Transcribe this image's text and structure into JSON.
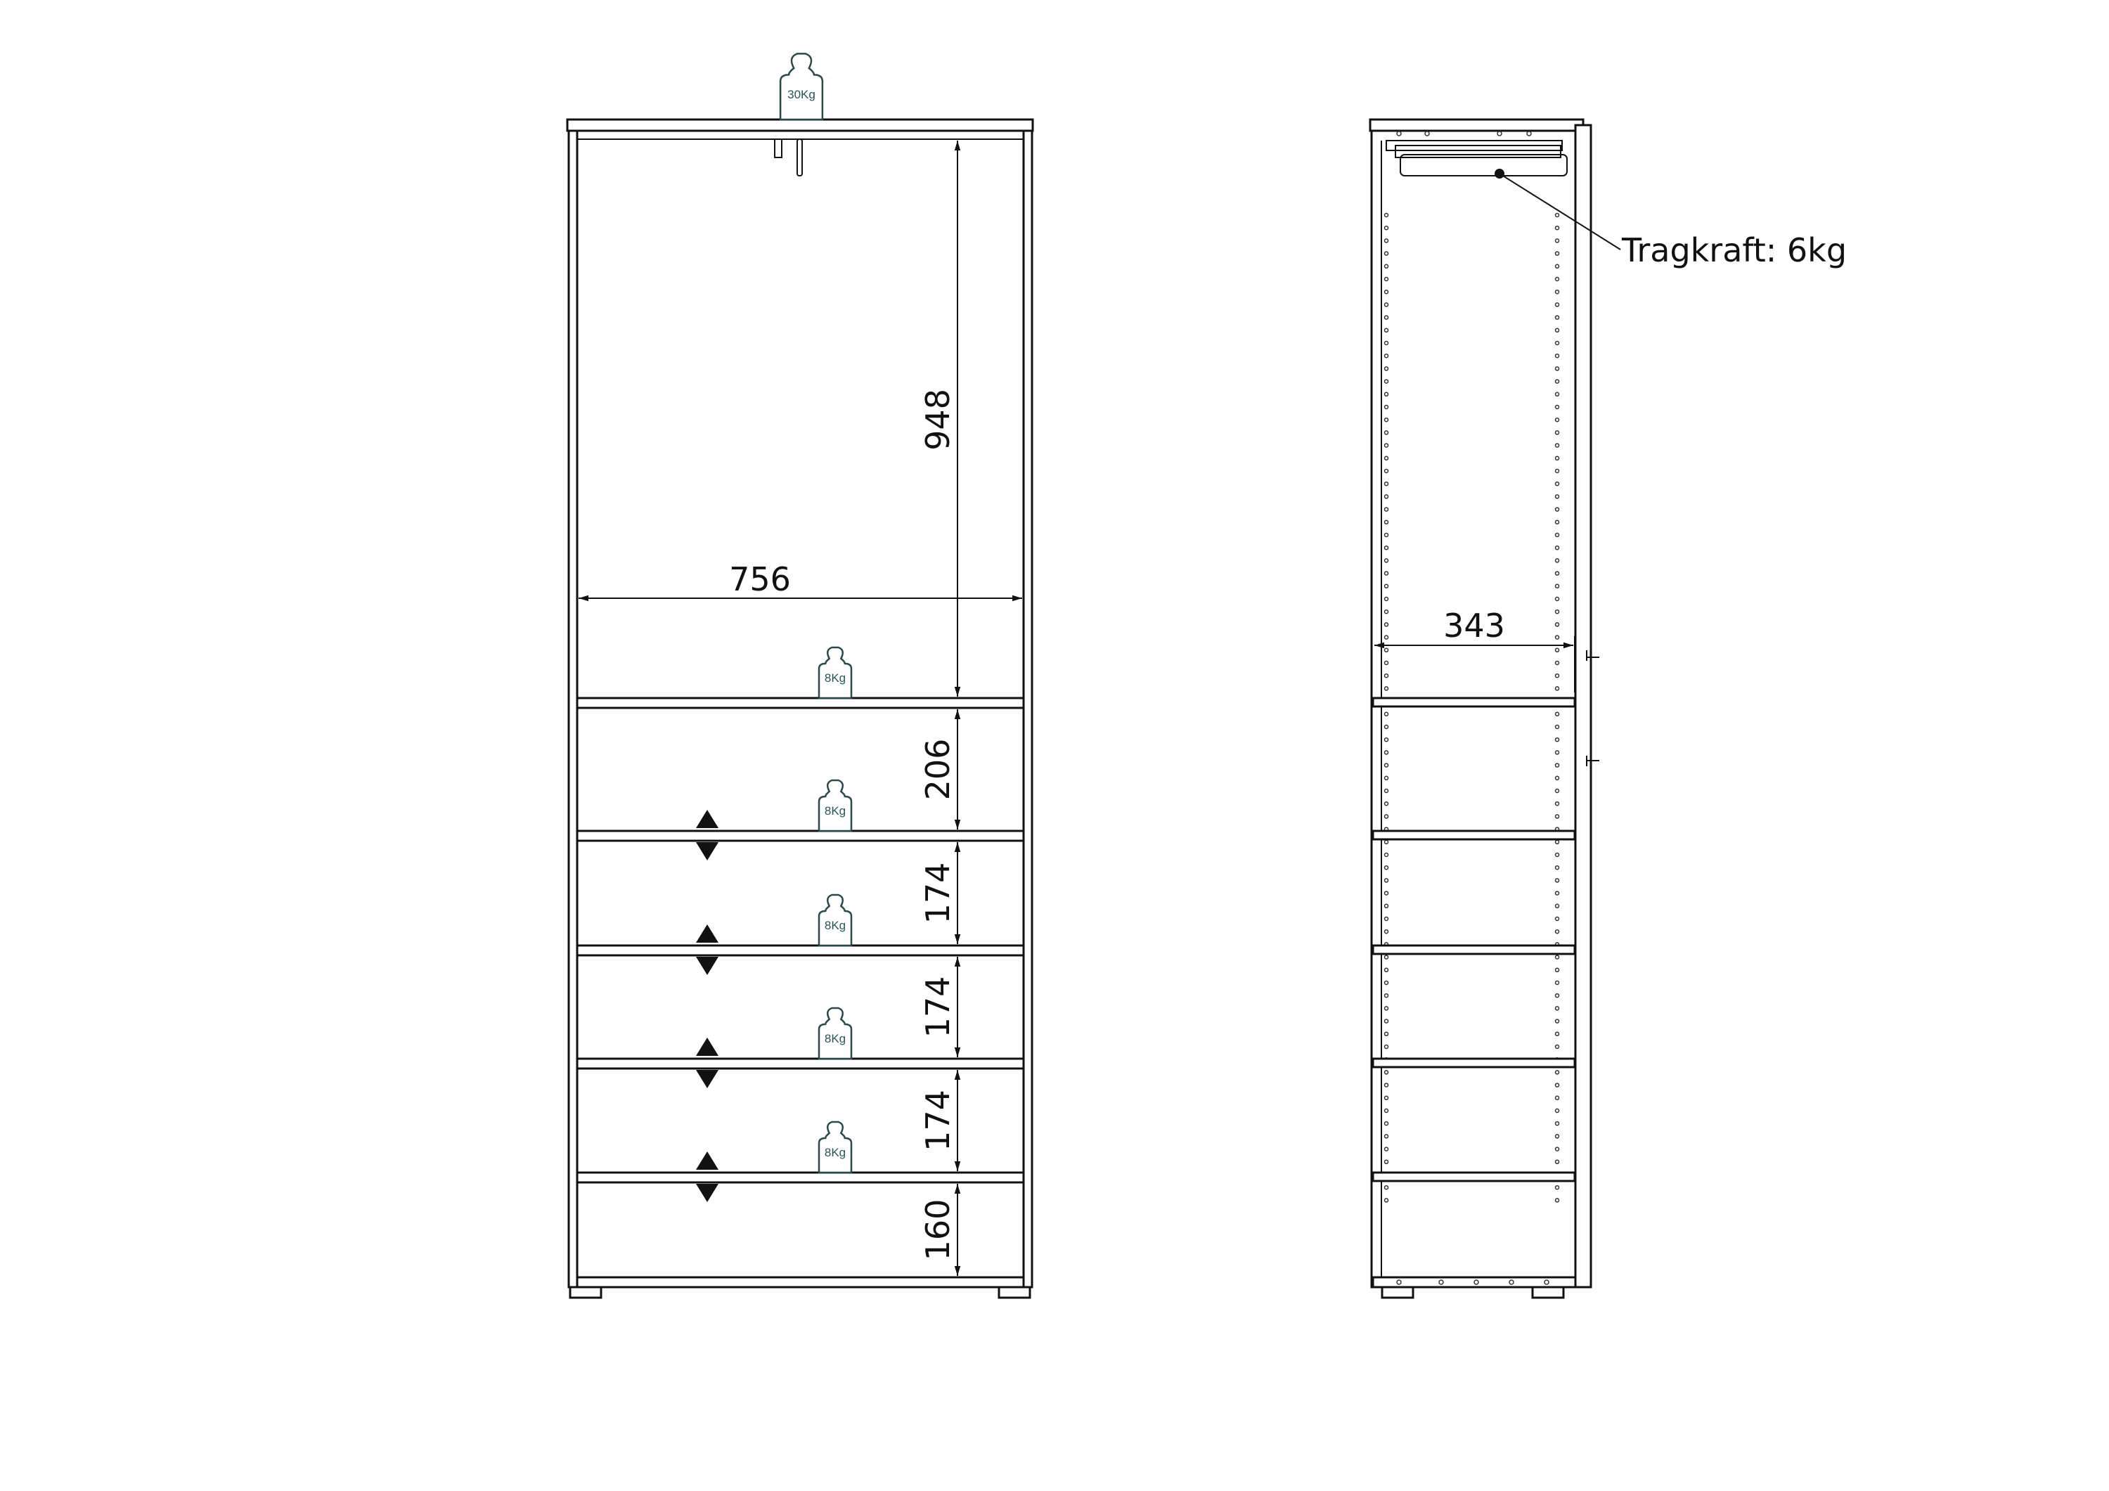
{
  "front_view": {
    "top_load": "30Kg",
    "shelf_load": "8Kg",
    "width_dim": "756",
    "height_dims": [
      "948",
      "206",
      "174",
      "174",
      "174",
      "160"
    ]
  },
  "side_view": {
    "depth_dim": "343",
    "rail_label": "Tragkraft: 6kg"
  }
}
